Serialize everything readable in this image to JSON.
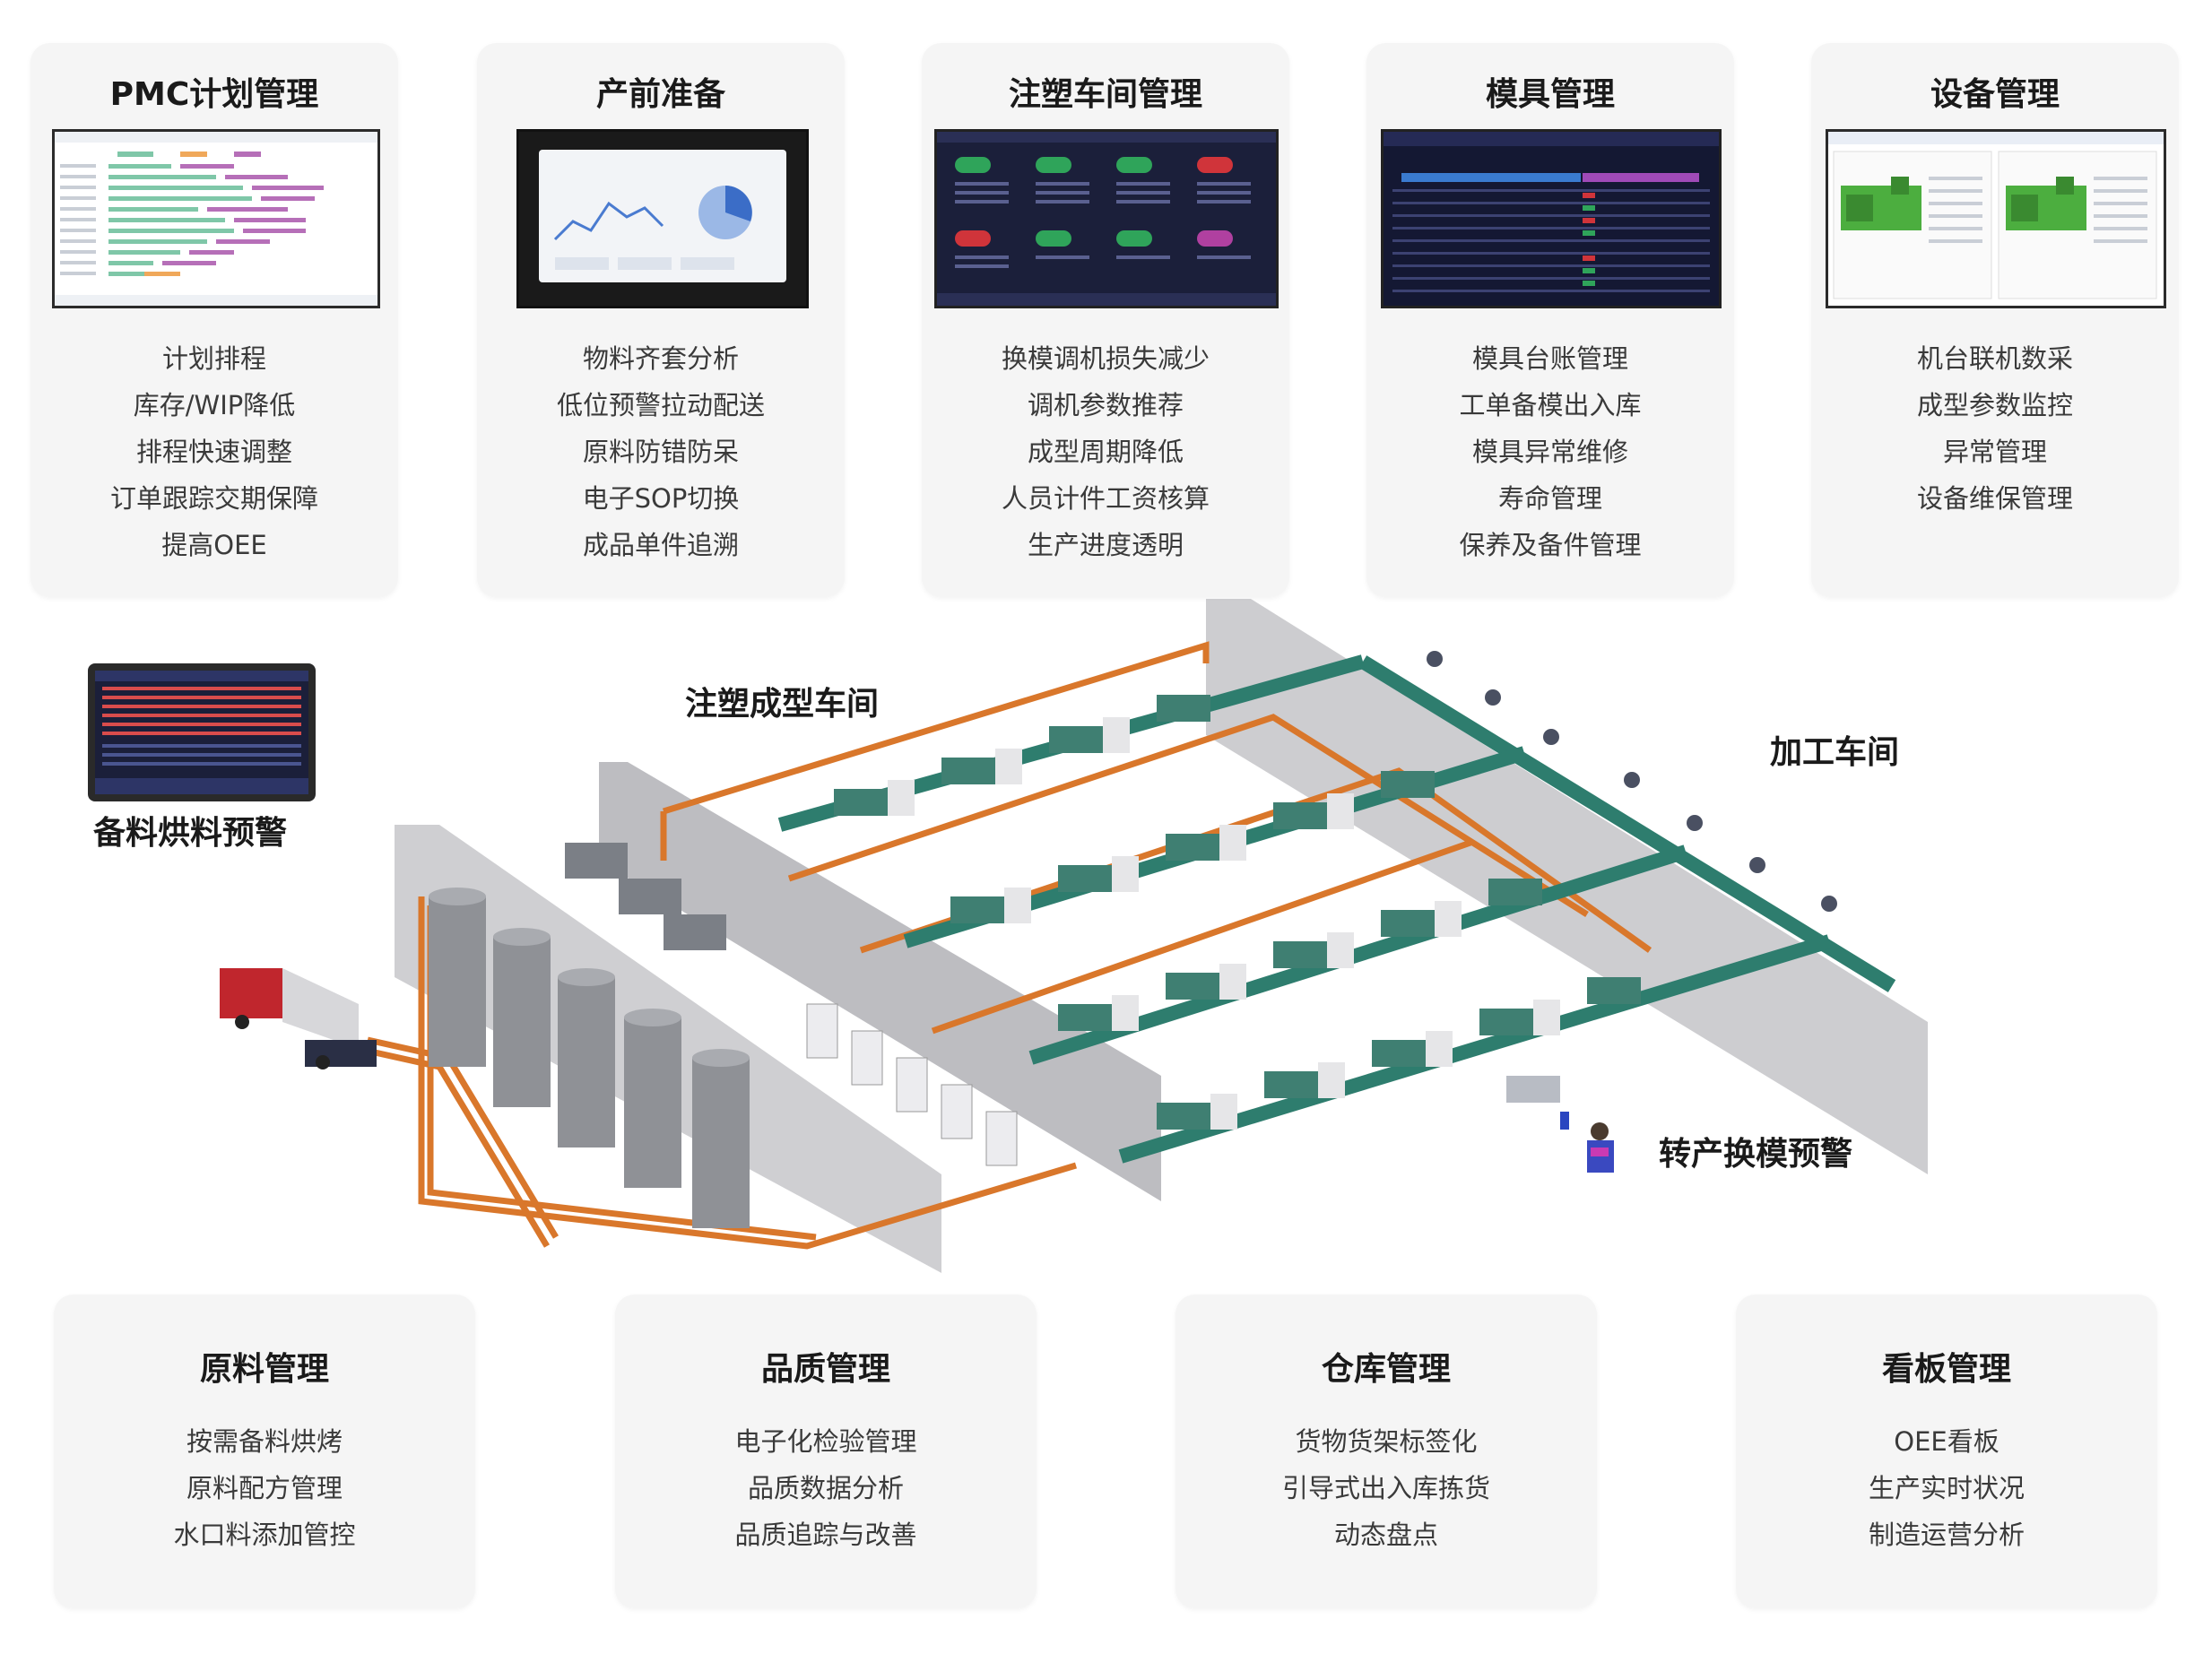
{
  "top_cards": [
    {
      "title": "PMC计划管理",
      "items": [
        "计划排程",
        "库存/WIP降低",
        "排程快速调整",
        "订单跟踪交期保障",
        "提高OEE"
      ]
    },
    {
      "title": "产前准备",
      "items": [
        "物料齐套分析",
        "低位预警拉动配送",
        "原料防错防呆",
        "电子SOP切换",
        "成品单件追溯"
      ]
    },
    {
      "title": "注塑车间管理",
      "items": [
        "换模调机损失减少",
        "调机参数推荐",
        "成型周期降低",
        "人员计件工资核算",
        "生产进度透明"
      ]
    },
    {
      "title": "模具管理",
      "items": [
        "模具台账管理",
        "工单备模出入库",
        "模具异常维修",
        "寿命管理",
        "保养及备件管理"
      ]
    },
    {
      "title": "设备管理",
      "items": [
        "机台联机数采",
        "成型参数监控",
        "异常管理",
        "设备维保管理"
      ]
    }
  ],
  "bottom_cards": [
    {
      "title": "原料管理",
      "items": [
        "按需备料烘烤",
        "原料配方管理",
        "水口料添加管控"
      ]
    },
    {
      "title": "品质管理",
      "items": [
        "电子化检验管理",
        "品质数据分析",
        "品质追踪与改善"
      ]
    },
    {
      "title": "仓库管理",
      "items": [
        "货物货架标签化",
        "引导式出入库拣货",
        "动态盘点"
      ]
    },
    {
      "title": "看板管理",
      "items": [
        "OEE看板",
        "生产实时状况",
        "制造运营分析"
      ]
    }
  ],
  "scene_labels": {
    "molding_workshop": "注塑成型车间",
    "processing_workshop": "加工车间",
    "material_warning": "备料烘料预警",
    "mold_change_warning": "转产换模预警"
  },
  "colors": {
    "card_bg": "#f5f5f5",
    "conveyor": "#2e7d6e",
    "pipe": "#d9772b",
    "wall": "#b8b8bc",
    "silo": "#8f9196",
    "truck": "#c0262d",
    "dashboard_dark": "#1b1f3a"
  }
}
